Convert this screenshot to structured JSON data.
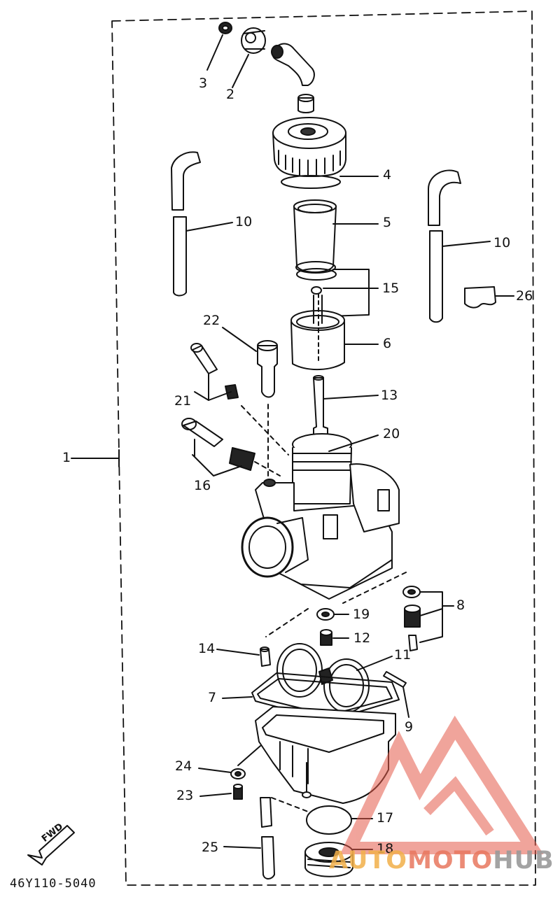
{
  "diagram": {
    "code": "46Y110-5040",
    "direction_label": "FWD",
    "watermark": {
      "part1": "AUTO",
      "part2": "MOTO",
      "part3": "HUB"
    },
    "callouts": {
      "c1": "1",
      "c2": "2",
      "c3": "3",
      "c4": "4",
      "c5": "5",
      "c6": "6",
      "c7": "7",
      "c8": "8",
      "c9": "9",
      "c10a": "10",
      "c10b": "10",
      "c11": "11",
      "c12": "12",
      "c13": "13",
      "c14": "14",
      "c15": "15",
      "c16": "16",
      "c17": "17",
      "c18": "18",
      "c19": "19",
      "c20": "20",
      "c21": "21",
      "c22": "22",
      "c23": "23",
      "c24": "24",
      "c25": "25",
      "c26": "26"
    }
  }
}
